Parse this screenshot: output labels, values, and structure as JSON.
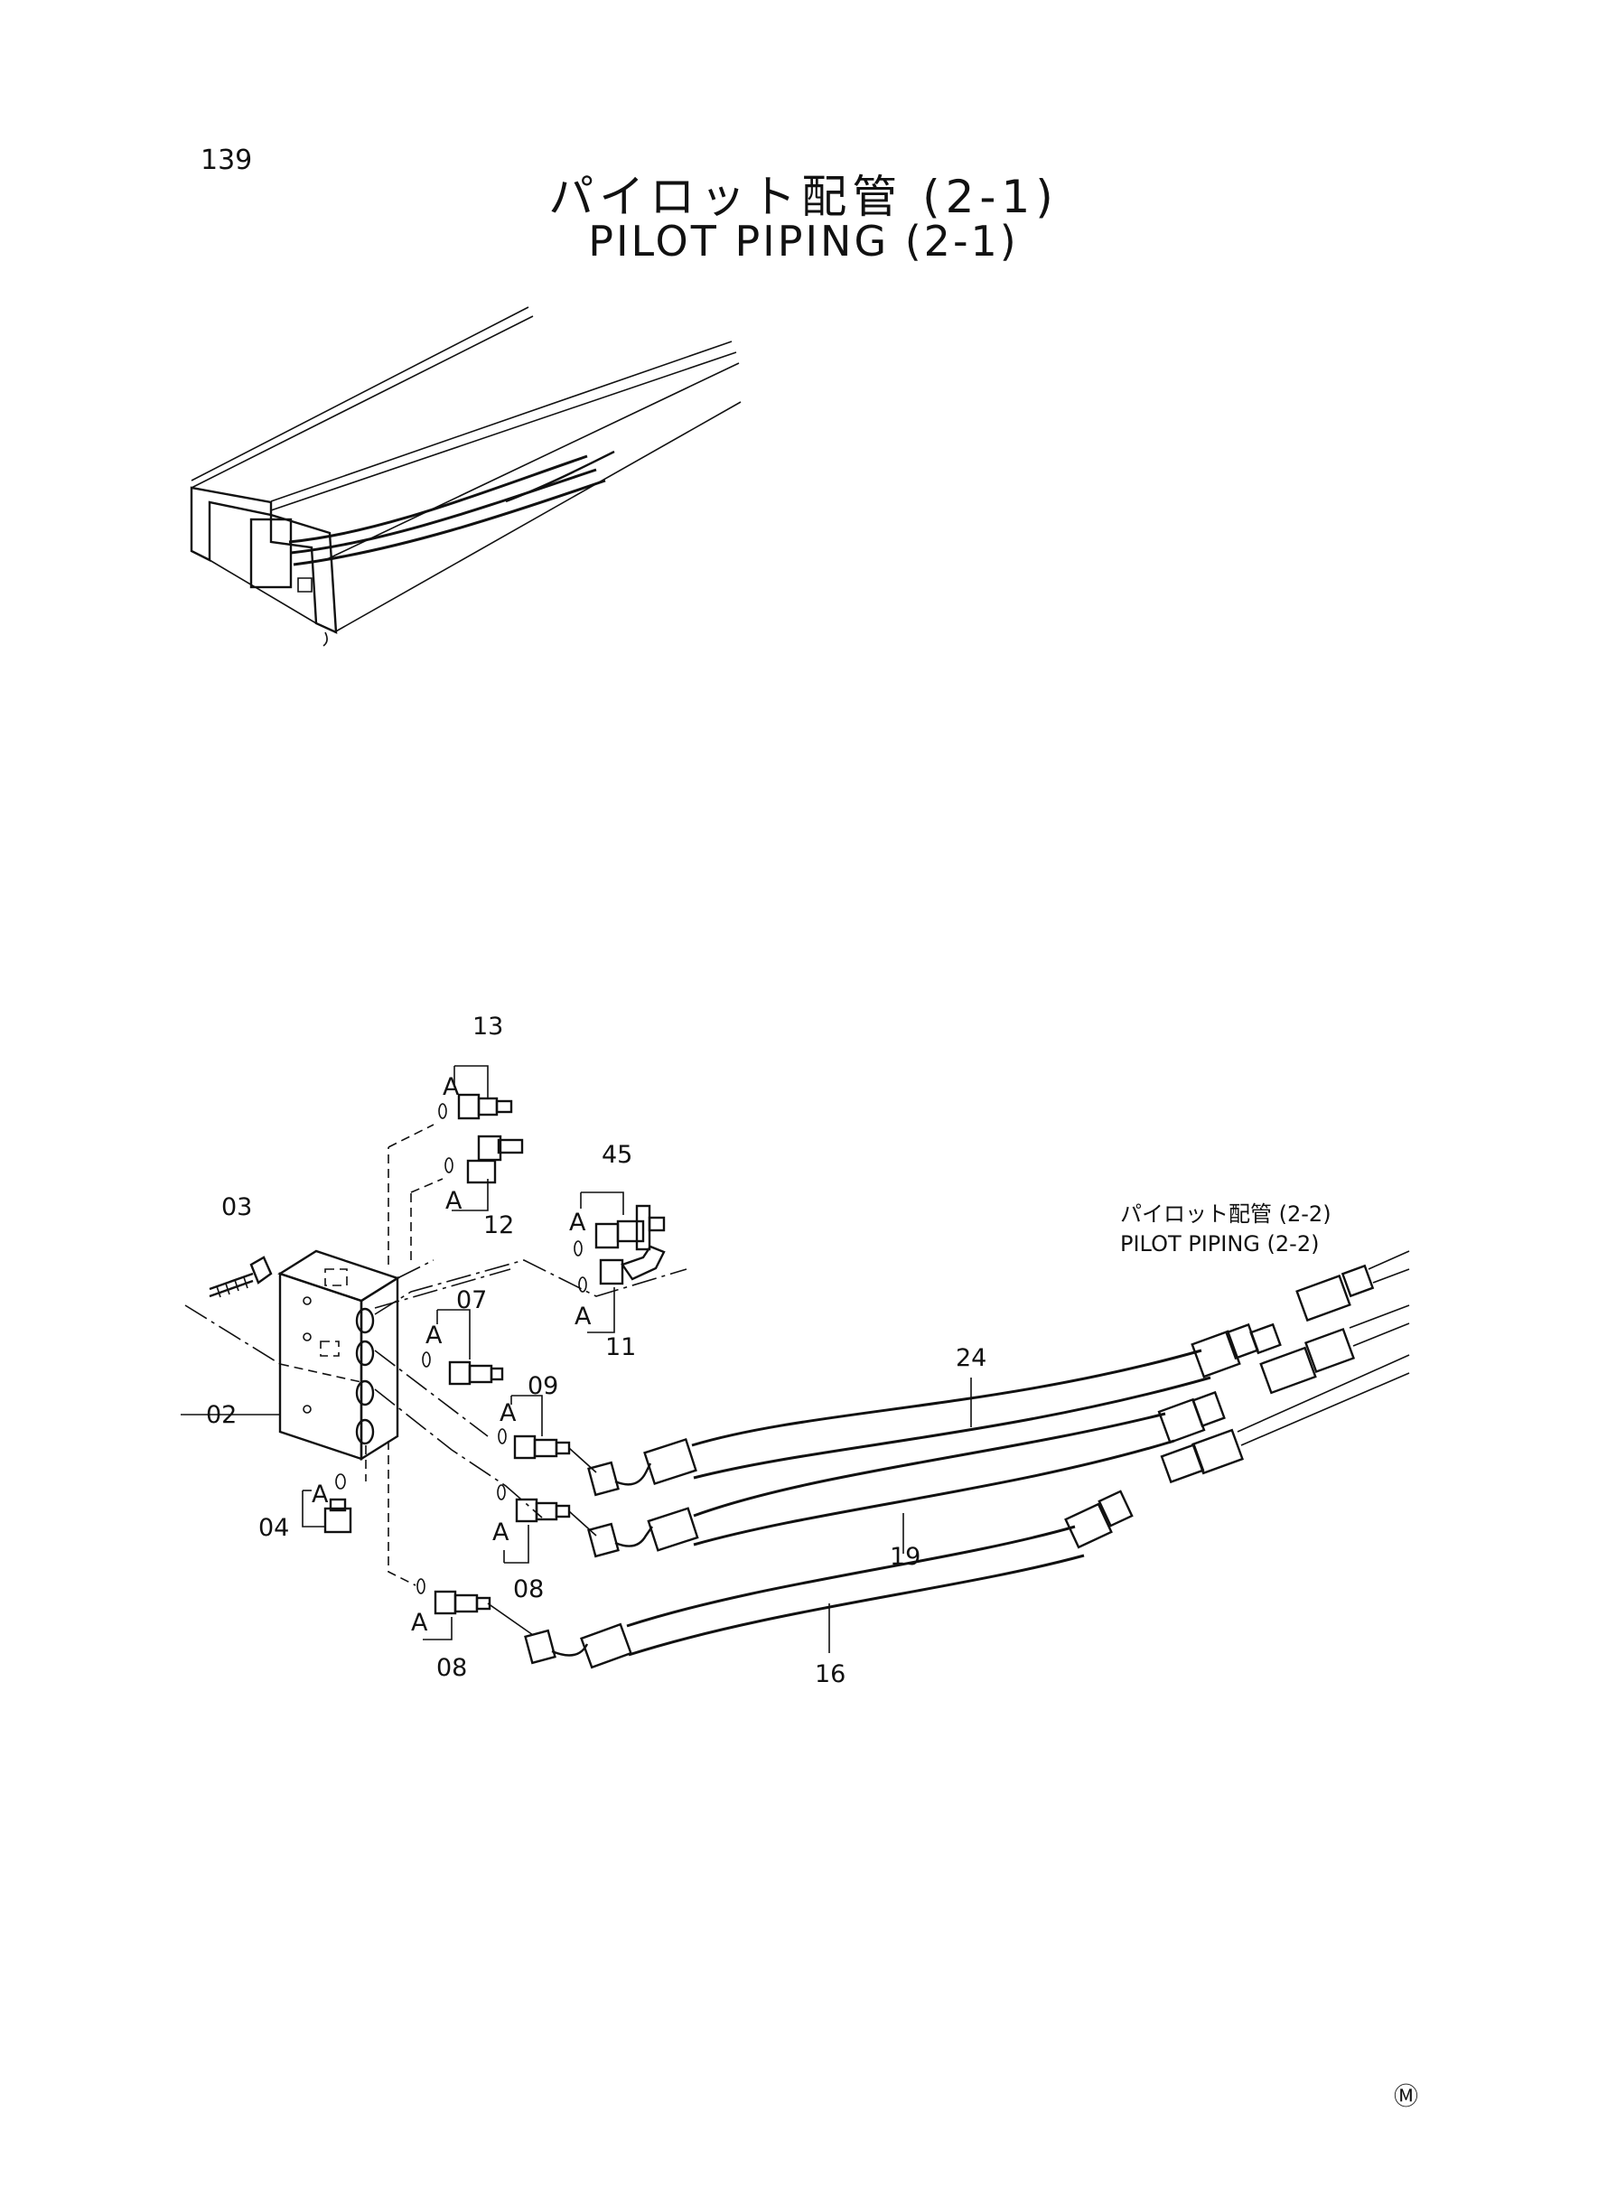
{
  "page_number": "139",
  "title_jp": "パイロット配管 (2-1)",
  "title_en": "PILOT PIPING (2-1)",
  "ref_jp": "パイロット配管 (2-2)",
  "ref_en": "PILOT PIPING (2-2)",
  "labels": {
    "p13": "13",
    "p12": "12",
    "p45": "45",
    "p11": "11",
    "p03": "03",
    "p07": "07",
    "p09": "09",
    "p02": "02",
    "p04": "04",
    "p08a": "08",
    "p08b": "08",
    "p24": "24",
    "p19": "19",
    "p16": "16",
    "a1": "A",
    "a2": "A",
    "a3": "A",
    "a4": "A",
    "a5": "A",
    "a6": "A",
    "a7": "A",
    "a8": "A",
    "a9": "A"
  },
  "mark": "Ⓜ"
}
